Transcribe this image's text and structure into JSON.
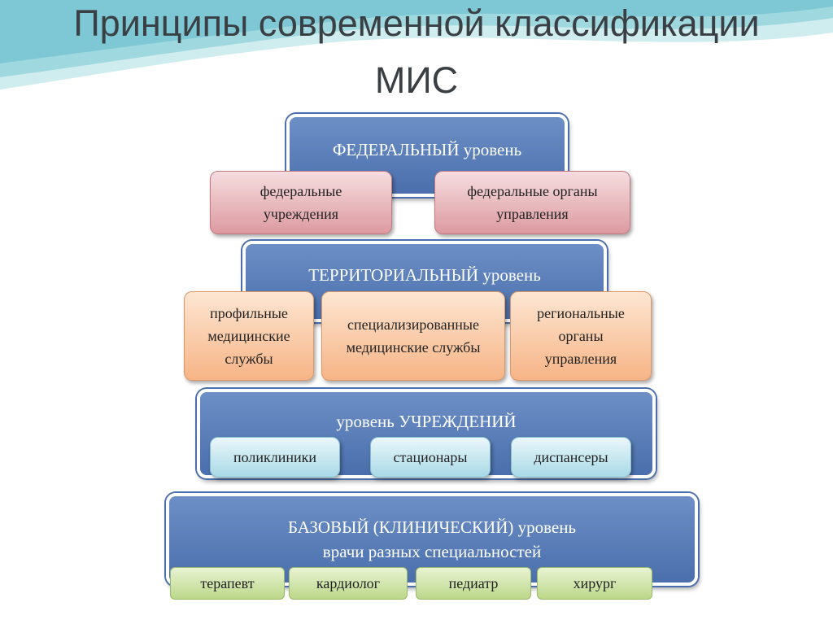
{
  "title": {
    "line1": "Принципы современной классификации",
    "line2": "МИС"
  },
  "levels": {
    "federal": {
      "label": "ФЕДЕРАЛЬНЫЙ уровень",
      "items": [
        "федеральные учреждения",
        "федеральные органы управления"
      ]
    },
    "territorial": {
      "label": "ТЕРРИТОРИАЛЬНЫЙ уровень",
      "items": [
        "профильные медицинские службы",
        "специализированные медицинские службы",
        "региональные органы управления"
      ]
    },
    "institutional": {
      "label": "уровень УЧРЕЖДЕНИЙ",
      "items": [
        "поликлиники",
        "стационары",
        "диспансеры"
      ]
    },
    "basic": {
      "label": "БАЗОВЫЙ (КЛИНИЧЕСКИЙ) уровень",
      "sublabel": "врачи разных специальностей",
      "items": [
        "терапевт",
        "кардиолог",
        "педиатр",
        "хирург"
      ]
    }
  },
  "colors": {
    "level_blue": "#4a6fac",
    "federal_box": "#dc9aa0",
    "territorial_box": "#f6b486",
    "institution_box": "#a8d9e6",
    "basic_box": "#bcd88a"
  }
}
